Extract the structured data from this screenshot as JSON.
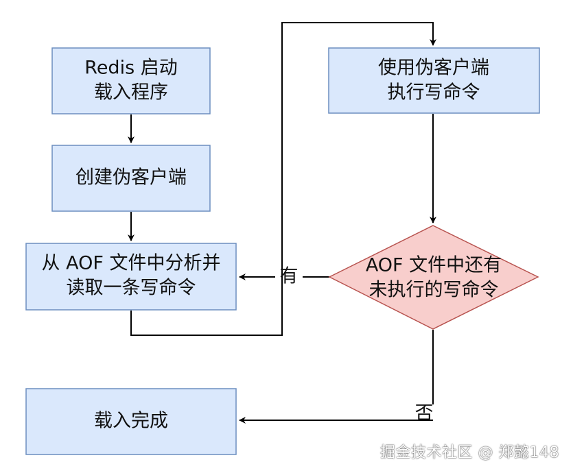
{
  "colors": {
    "box_fill": "#dae8fc",
    "box_stroke": "#6c8ebf",
    "decision_fill": "#f8cecc",
    "decision_stroke": "#b85450",
    "line": "#000000"
  },
  "nodes": {
    "start": {
      "line1": "Redis 启动",
      "line2": "载入程序"
    },
    "create_client": {
      "line1": "创建伪客户端"
    },
    "read_command": {
      "line1": "从 AOF 文件中分析并",
      "line2": "读取一条写命令"
    },
    "execute": {
      "line1": "使用伪客户端",
      "line2": "执行写命令"
    },
    "decision": {
      "line1": "AOF 文件中还有",
      "line2": "未执行的写命令"
    },
    "done": {
      "line1": "载入完成"
    }
  },
  "edges": {
    "yes_label": "有",
    "no_label": "否"
  },
  "watermark": "掘金技术社区 @ 郑懿148"
}
